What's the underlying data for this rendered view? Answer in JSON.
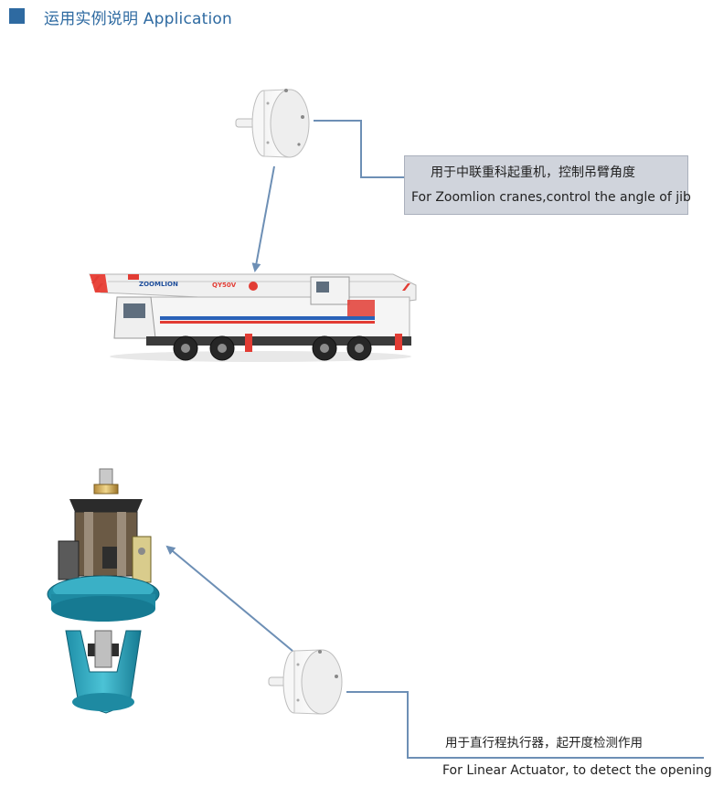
{
  "header": {
    "title": "运用实例说明 Application",
    "accent_color": "#2e6aa1"
  },
  "crane_application": {
    "caption_cn": "用于中联重科起重机，控制吊臂角度",
    "caption_en": "For Zoomlion cranes,control the angle of jib",
    "crane_brand": "ZOOMLION",
    "crane_model": "QY50V",
    "box_color": "#d0d4dc"
  },
  "actuator_application": {
    "caption_cn": "用于直行程执行器，起开度检测作用",
    "caption_en": "For Linear Actuator, to detect the opening"
  },
  "connector_color": "#6d8fb5"
}
